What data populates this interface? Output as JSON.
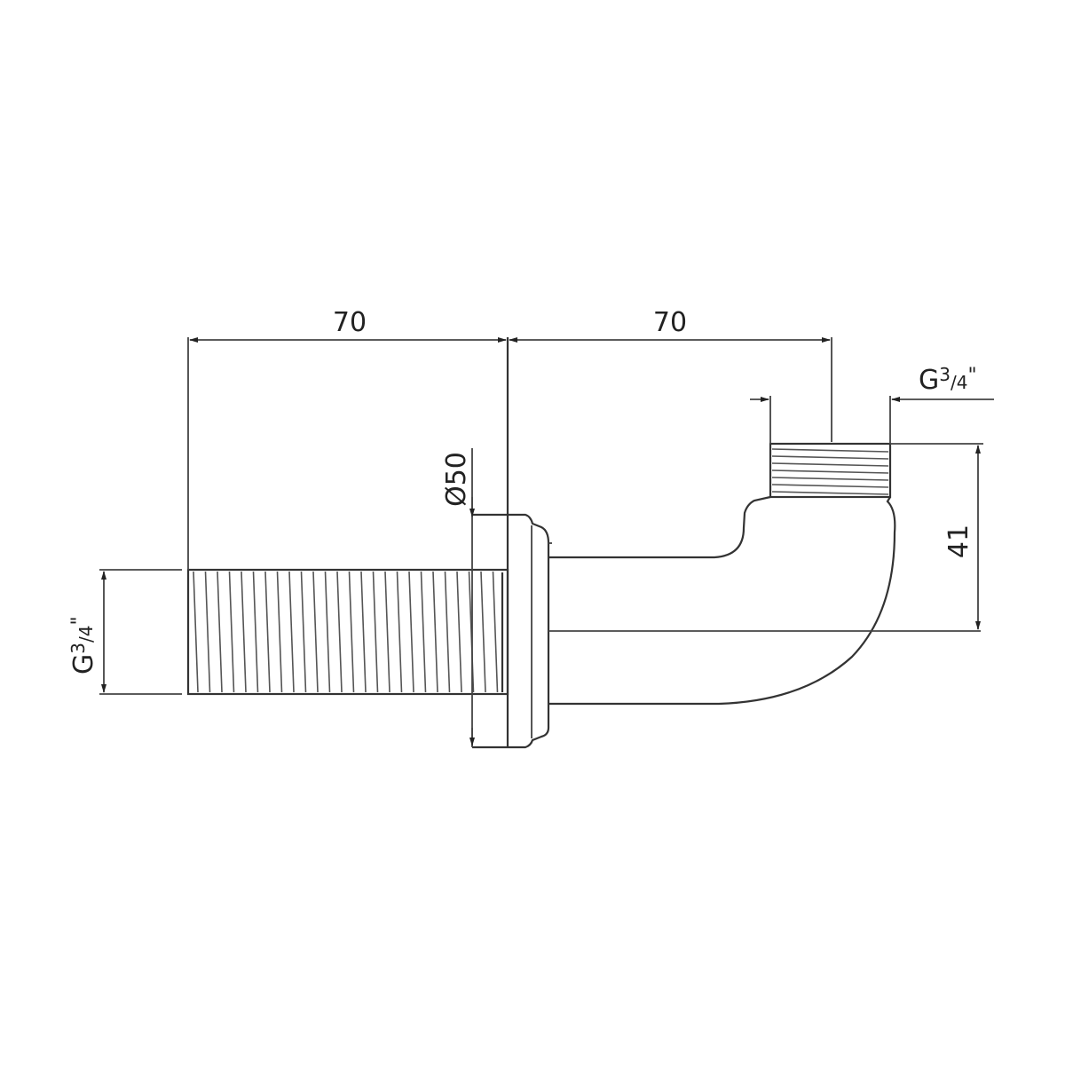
{
  "drawing": {
    "dimensions": {
      "left_length": "70",
      "right_length": "70",
      "flange_diameter": "Ø50",
      "outlet_height": "41",
      "inlet_thread": {
        "base": "G",
        "sup": "3",
        "sub": "/4",
        "mark": "\""
      },
      "outlet_thread": {
        "base": "G",
        "sup": "3",
        "sub": "/4",
        "mark": "\""
      }
    },
    "line_color": "#333333"
  }
}
